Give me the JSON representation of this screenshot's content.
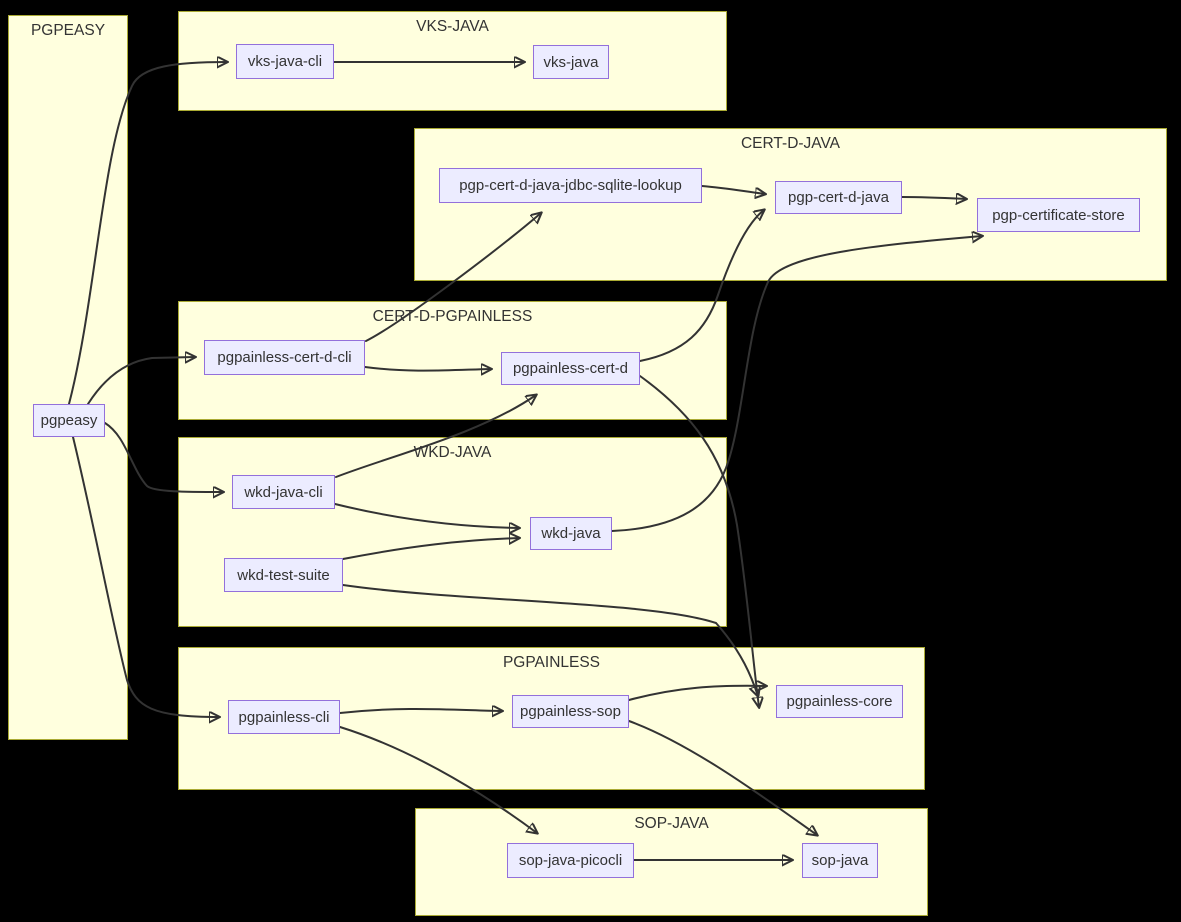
{
  "diagram": {
    "type": "dependency-graph",
    "background_color": "#000000",
    "colors": {
      "cluster_fill": "#ffffde",
      "cluster_border": "#aaaa33",
      "node_fill": "#ECECFF",
      "node_border": "#9370DB",
      "edge_color": "#333333",
      "text_color": "#333333"
    },
    "clusters": {
      "pgpeasy_group": {
        "title": "PGPEASY"
      },
      "vks_java_group": {
        "title": "VKS-JAVA"
      },
      "cert_d_java_group": {
        "title": "CERT-D-JAVA"
      },
      "cert_d_pgpainless_group": {
        "title": "CERT-D-PGPAINLESS"
      },
      "wkd_java_group": {
        "title": "WKD-JAVA"
      },
      "pgpainless_group": {
        "title": "PGPAINLESS"
      },
      "sop_java_group": {
        "title": "SOP-JAVA"
      }
    },
    "nodes": {
      "pgpeasy": {
        "label": "pgpeasy"
      },
      "vks_java_cli": {
        "label": "vks-java-cli"
      },
      "vks_java": {
        "label": "vks-java"
      },
      "pgp_cert_d_java_jdbc_sqlite_lookup": {
        "label": "pgp-cert-d-java-jdbc-sqlite-lookup"
      },
      "pgp_cert_d_java": {
        "label": "pgp-cert-d-java"
      },
      "pgp_certificate_store": {
        "label": "pgp-certificate-store"
      },
      "pgpainless_cert_d_cli": {
        "label": "pgpainless-cert-d-cli"
      },
      "pgpainless_cert_d": {
        "label": "pgpainless-cert-d"
      },
      "wkd_java_cli": {
        "label": "wkd-java-cli"
      },
      "wkd_java": {
        "label": "wkd-java"
      },
      "wkd_test_suite": {
        "label": "wkd-test-suite"
      },
      "pgpainless_cli": {
        "label": "pgpainless-cli"
      },
      "pgpainless_sop": {
        "label": "pgpainless-sop"
      },
      "pgpainless_core": {
        "label": "pgpainless-core"
      },
      "sop_java_picocli": {
        "label": "sop-java-picocli"
      },
      "sop_java": {
        "label": "sop-java"
      }
    },
    "edges": [
      {
        "from": "pgpeasy",
        "to": "vks-java-cli"
      },
      {
        "from": "pgpeasy",
        "to": "pgpainless-cert-d-cli"
      },
      {
        "from": "pgpeasy",
        "to": "wkd-java-cli"
      },
      {
        "from": "pgpeasy",
        "to": "pgpainless-cli"
      },
      {
        "from": "vks-java-cli",
        "to": "vks-java"
      },
      {
        "from": "pgpainless-cert-d-cli",
        "to": "pgp-cert-d-java-jdbc-sqlite-lookup"
      },
      {
        "from": "pgpainless-cert-d-cli",
        "to": "pgpainless-cert-d"
      },
      {
        "from": "wkd-java-cli",
        "to": "pgpainless-cert-d"
      },
      {
        "from": "wkd-java-cli",
        "to": "wkd-java"
      },
      {
        "from": "wkd-test-suite",
        "to": "wkd-java"
      },
      {
        "from": "wkd-test-suite",
        "to": "pgpainless-core"
      },
      {
        "from": "pgpainless-cert-d",
        "to": "pgp-cert-d-java"
      },
      {
        "from": "pgpainless-cert-d",
        "to": "pgpainless-core"
      },
      {
        "from": "pgp-cert-d-java-jdbc-sqlite-lookup",
        "to": "pgp-cert-d-java"
      },
      {
        "from": "pgp-cert-d-java",
        "to": "pgp-certificate-store"
      },
      {
        "from": "wkd-java",
        "to": "pgp-certificate-store"
      },
      {
        "from": "pgpainless-cli",
        "to": "pgpainless-sop"
      },
      {
        "from": "pgpainless-sop",
        "to": "pgpainless-core"
      },
      {
        "from": "pgpainless-sop",
        "to": "sop-java"
      },
      {
        "from": "pgpainless-cli",
        "to": "sop-java-picocli"
      },
      {
        "from": "sop-java-picocli",
        "to": "sop-java"
      }
    ]
  }
}
